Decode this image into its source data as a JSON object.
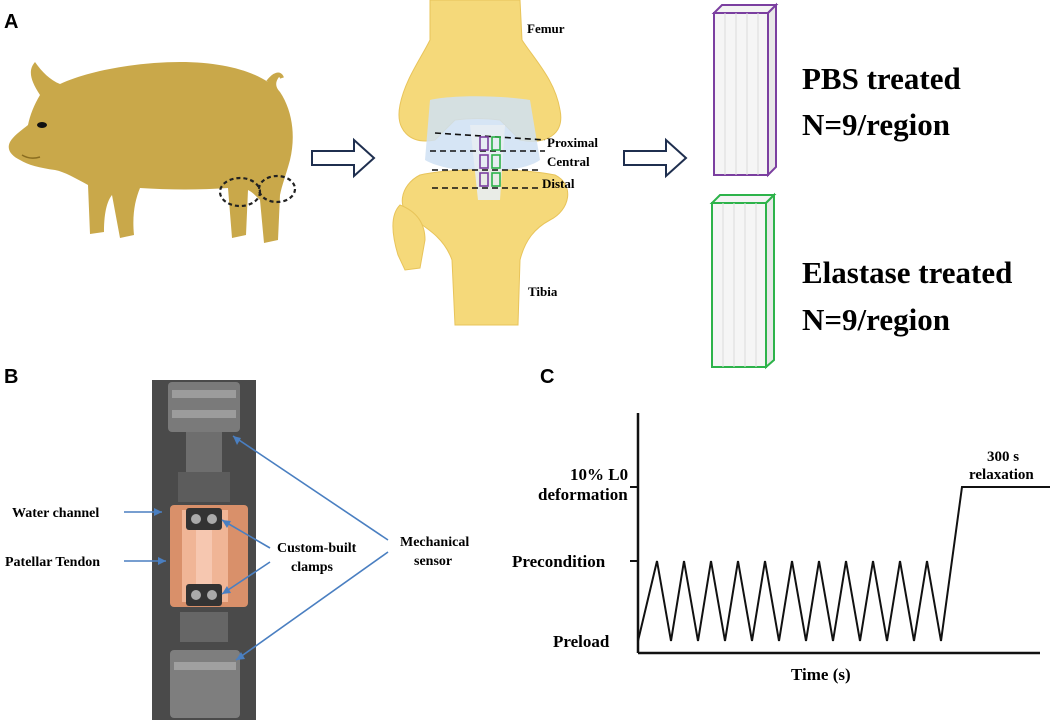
{
  "panels": {
    "a": {
      "letter": "A",
      "knee": {
        "femur": "Femur",
        "tibia": "Tibia",
        "proximal": "Proximal",
        "central": "Central",
        "distal": "Distal"
      },
      "groups": [
        {
          "line1": "PBS treated",
          "line2": "N=9/region",
          "color": "#7b3fa0"
        },
        {
          "line1": "Elastase treated",
          "line2": "N=9/region",
          "color": "#2db34a"
        }
      ]
    },
    "b": {
      "letter": "B",
      "labels": {
        "water_channel": "Water channel",
        "patellar_tendon": "Patellar Tendon",
        "clamps_line1": "Custom-built",
        "clamps_line2": "clamps",
        "sensor_line1": "Mechanical",
        "sensor_line2": "sensor"
      },
      "arrow_color": "#4a7fc1"
    },
    "c": {
      "letter": "C",
      "xlabel": "Time (s)",
      "ylabels": {
        "deformation_line1": "10% L0",
        "deformation_line2": "deformation",
        "precondition": "Precondition",
        "preload": "Preload"
      },
      "relaxation_line1": "300 s",
      "relaxation_line2": "relaxation"
    }
  },
  "colors": {
    "pig": "#c9a84a",
    "bone": "#f5d97a",
    "cartilage": "#cfe1f3",
    "navy_arrow": "#1f2f4f"
  }
}
